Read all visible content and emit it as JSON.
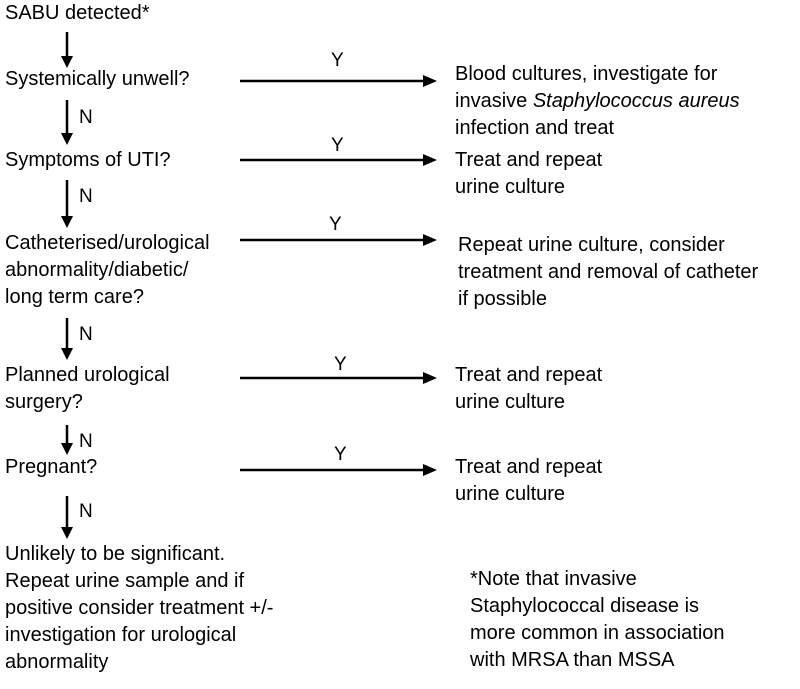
{
  "start": {
    "text": "SABU detected*"
  },
  "steps": [
    {
      "question": [
        "Systemically unwell?"
      ],
      "yes_label": "Y",
      "no_label": "N",
      "action": [
        {
          "parts": [
            {
              "text": "Blood cultures, investigate for"
            }
          ]
        },
        {
          "parts": [
            {
              "text": "invasive "
            },
            {
              "text": "Staphylococcus aureus",
              "italic": true
            }
          ]
        },
        {
          "parts": [
            {
              "text": "infection and treat"
            }
          ]
        }
      ]
    },
    {
      "question": [
        "Symptoms of UTI?"
      ],
      "yes_label": "Y",
      "no_label": "N",
      "action": [
        {
          "parts": [
            {
              "text": "Treat and repeat"
            }
          ]
        },
        {
          "parts": [
            {
              "text": "urine culture"
            }
          ]
        }
      ]
    },
    {
      "question": [
        "Catheterised/urological",
        "abnormality/diabetic/",
        "long term care?"
      ],
      "yes_label": "Y",
      "no_label": "N",
      "action": [
        {
          "parts": [
            {
              "text": "Repeat urine culture, consider"
            }
          ]
        },
        {
          "parts": [
            {
              "text": "treatment and removal of catheter"
            }
          ]
        },
        {
          "parts": [
            {
              "text": "if possible"
            }
          ]
        }
      ]
    },
    {
      "question": [
        "Planned urological",
        "surgery?"
      ],
      "yes_label": "Y",
      "no_label": "N",
      "action": [
        {
          "parts": [
            {
              "text": "Treat and repeat"
            }
          ]
        },
        {
          "parts": [
            {
              "text": "urine culture"
            }
          ]
        }
      ]
    },
    {
      "question": [
        "Pregnant?"
      ],
      "yes_label": "Y",
      "no_label": "N",
      "action": [
        {
          "parts": [
            {
              "text": "Treat and repeat"
            }
          ]
        },
        {
          "parts": [
            {
              "text": "urine culture"
            }
          ]
        }
      ]
    }
  ],
  "end": {
    "lines": [
      "Unlikely to be significant.",
      "Repeat urine sample and if",
      "positive consider treatment +/-",
      "investigation for urological",
      "abnormality"
    ]
  },
  "footnote": {
    "lines": [
      "*Note that invasive",
      "Staphylococcal disease is",
      "more common in association",
      "with MRSA than MSSA"
    ]
  }
}
